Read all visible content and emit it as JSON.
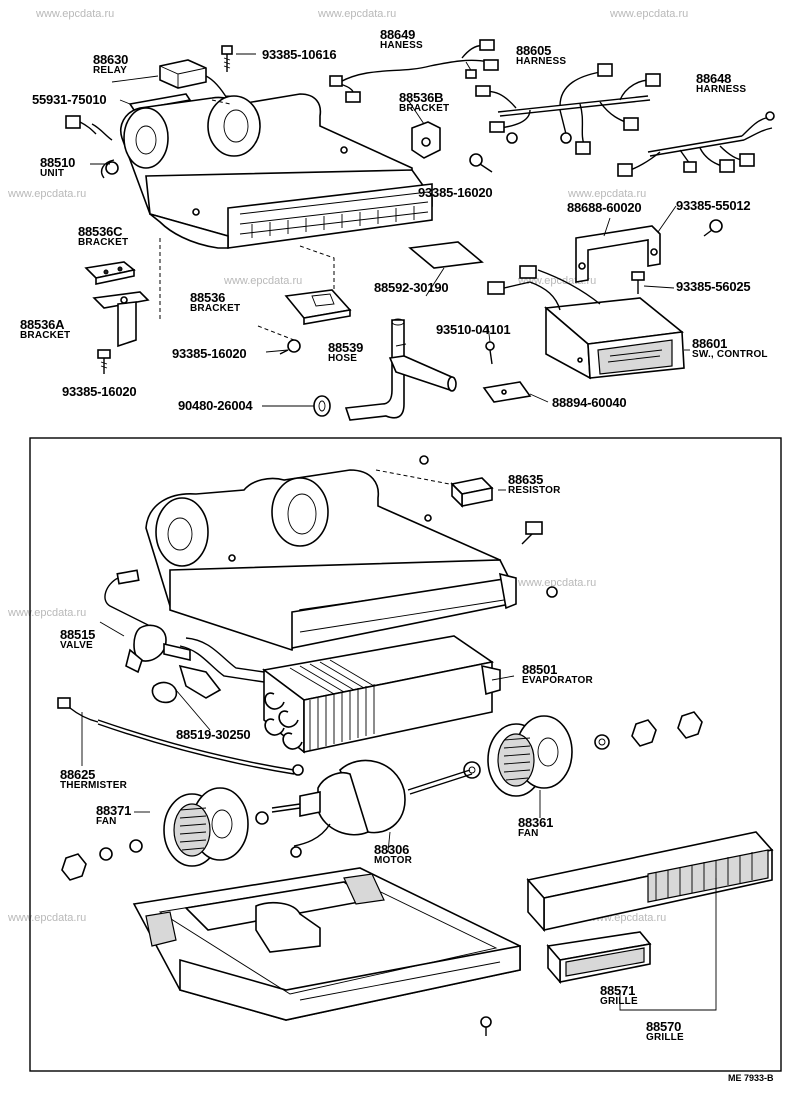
{
  "watermark": "www.epcdata.ru",
  "drawing_code": "ME 7933-B",
  "parts_top": [
    {
      "number": "88630",
      "desc": "RELAY"
    },
    {
      "number": "93385-10616",
      "desc": ""
    },
    {
      "number": "88649",
      "desc": "HANESS"
    },
    {
      "number": "88605",
      "desc": "HARNESS"
    },
    {
      "number": "88648",
      "desc": "HARNESS"
    },
    {
      "number": "55931-75010",
      "desc": ""
    },
    {
      "number": "88536B",
      "desc": "BRACKET"
    },
    {
      "number": "88510",
      "desc": "UNIT"
    },
    {
      "number": "93385-16020",
      "desc": ""
    },
    {
      "number": "88688-60020",
      "desc": ""
    },
    {
      "number": "93385-55012",
      "desc": ""
    },
    {
      "number": "88536C",
      "desc": "BRACKET"
    },
    {
      "number": "88592-30190",
      "desc": ""
    },
    {
      "number": "93385-56025",
      "desc": ""
    },
    {
      "number": "88536",
      "desc": "BRACKET"
    },
    {
      "number": "88536A",
      "desc": "BRACKET"
    },
    {
      "number": "93510-04101",
      "desc": ""
    },
    {
      "number": "93385-16020",
      "desc": ""
    },
    {
      "number": "88539",
      "desc": "HOSE"
    },
    {
      "number": "88601",
      "desc": "SW., CONTROL"
    },
    {
      "number": "93385-16020",
      "desc": ""
    },
    {
      "number": "90480-26004",
      "desc": ""
    },
    {
      "number": "88894-60040",
      "desc": ""
    }
  ],
  "parts_bottom": [
    {
      "number": "88635",
      "desc": "RESISTOR"
    },
    {
      "number": "88515",
      "desc": "VALVE"
    },
    {
      "number": "88501",
      "desc": "EVAPORATOR"
    },
    {
      "number": "88519-30250",
      "desc": ""
    },
    {
      "number": "88625",
      "desc": "THERMISTER"
    },
    {
      "number": "88371",
      "desc": "FAN"
    },
    {
      "number": "88361",
      "desc": "FAN"
    },
    {
      "number": "88306",
      "desc": "MOTOR"
    },
    {
      "number": "88571",
      "desc": "GRILLE"
    },
    {
      "number": "88570",
      "desc": "GRILLE"
    }
  ]
}
